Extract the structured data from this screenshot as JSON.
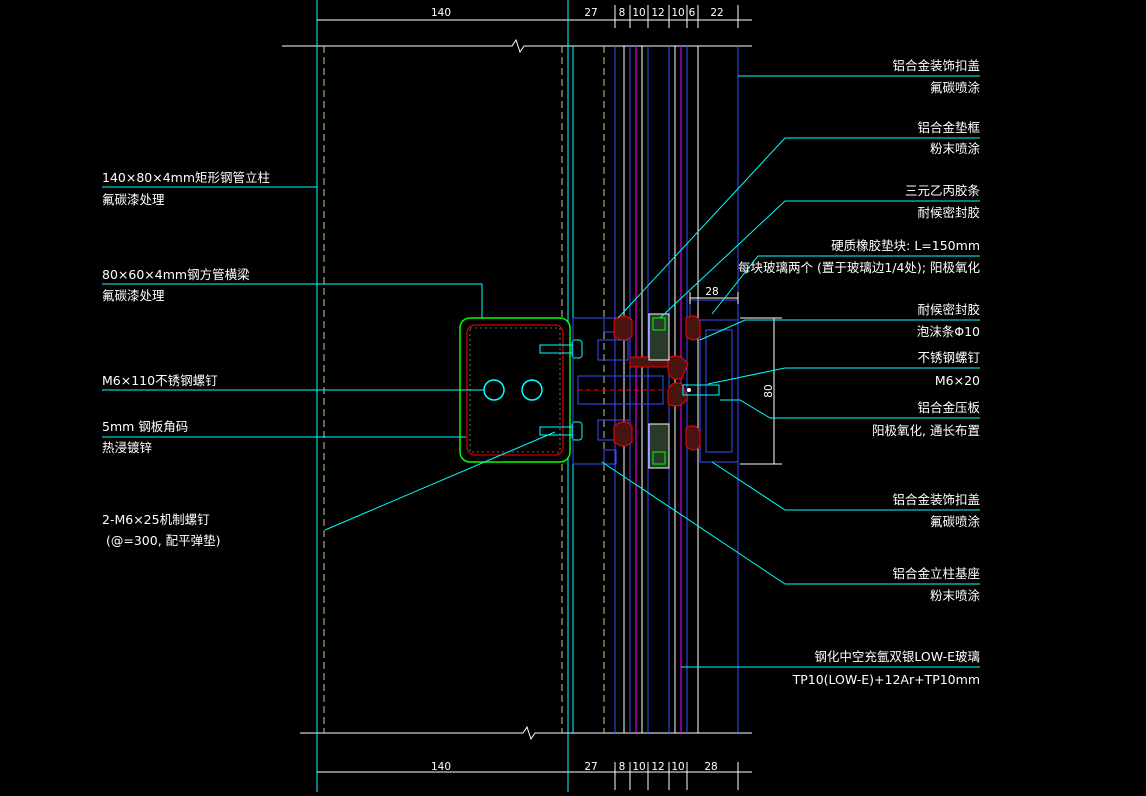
{
  "dimensions": {
    "top": [
      "140",
      "27",
      "8",
      "10",
      "12",
      "10",
      "6",
      "22"
    ],
    "bottom": [
      "140",
      "27",
      "8",
      "10",
      "12",
      "10",
      "28"
    ],
    "gap": "28",
    "height": "80"
  },
  "labels_left": [
    {
      "line1": "140×80×4mm矩形钢管立柱",
      "line2": "氟碳漆处理"
    },
    {
      "line1": "80×60×4mm钢方管横梁",
      "line2": "氟碳漆处理"
    },
    {
      "line1": "M6×110不锈钢螺钉",
      "line2": ""
    },
    {
      "line1": "5mm 钢板角码",
      "line2": "热浸镀锌"
    },
    {
      "line1": "2-M6×25机制螺钉",
      "line2": "(@=300, 配平弹垫)"
    }
  ],
  "labels_right": [
    {
      "line1": "铝合金装饰扣盖",
      "line2": "氟碳喷涂"
    },
    {
      "line1": "铝合金垫框",
      "line2": "粉末喷涂"
    },
    {
      "line1": "三元乙丙胶条",
      "line2": "耐候密封胶"
    },
    {
      "line1": "硬质橡胶垫块: L=150mm",
      "line2": "每块玻璃两个 (置于玻璃边1/4处); 阳极氧化"
    },
    {
      "line1": "耐候密封胶",
      "line2": "泡沫条Φ10"
    },
    {
      "line1": "不锈钢螺钉",
      "line2": "M6×20"
    },
    {
      "line1": "铝合金压板",
      "line2": "阳极氧化, 通长布置"
    },
    {
      "line1": "铝合金装饰扣盖",
      "line2": "氟碳喷涂"
    },
    {
      "line1": "铝合金立柱基座",
      "line2": "粉末喷涂"
    },
    {
      "line1": "钢化中空充氩双银LOW-E玻璃",
      "line2": "TP10(LOW-E)+12Ar+TP10mm"
    }
  ],
  "colors": {
    "background": "#000000",
    "cyan": "#00ffff",
    "green": "#00ff00",
    "red": "#ff0000",
    "blue": "#3a4bff",
    "magenta": "#ff00ff",
    "white": "#ffffff",
    "olive": "#c8c88c"
  }
}
